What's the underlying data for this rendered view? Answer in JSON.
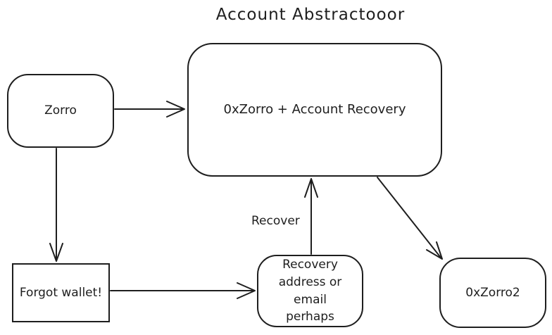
{
  "title": "Account Abstractooor",
  "colors": {
    "stroke": "#1e1e1e",
    "background": "#ffffff"
  },
  "nodes": {
    "zorro": {
      "label": "Zorro",
      "shape": "rounded-rectangle"
    },
    "main": {
      "label": "0xZorro + Account Recovery",
      "shape": "rounded-rectangle"
    },
    "forgot": {
      "label": "Forgot wallet!",
      "shape": "rectangle"
    },
    "recovery": {
      "label": "Recovery address or email perhaps",
      "shape": "rounded-rectangle"
    },
    "zorro2": {
      "label": "0xZorro2",
      "shape": "rounded-rectangle"
    }
  },
  "edges": [
    {
      "from": "Zorro",
      "to": "0xZorro + Account Recovery",
      "label": ""
    },
    {
      "from": "Zorro",
      "to": "Forgot wallet!",
      "label": ""
    },
    {
      "from": "Forgot wallet!",
      "to": "Recovery address or email perhaps",
      "label": ""
    },
    {
      "from": "Recovery address or email perhaps",
      "to": "0xZorro + Account Recovery",
      "label": "Recover"
    },
    {
      "from": "0xZorro + Account Recovery",
      "to": "0xZorro2",
      "label": ""
    }
  ],
  "edge_labels": {
    "recover": "Recover"
  }
}
